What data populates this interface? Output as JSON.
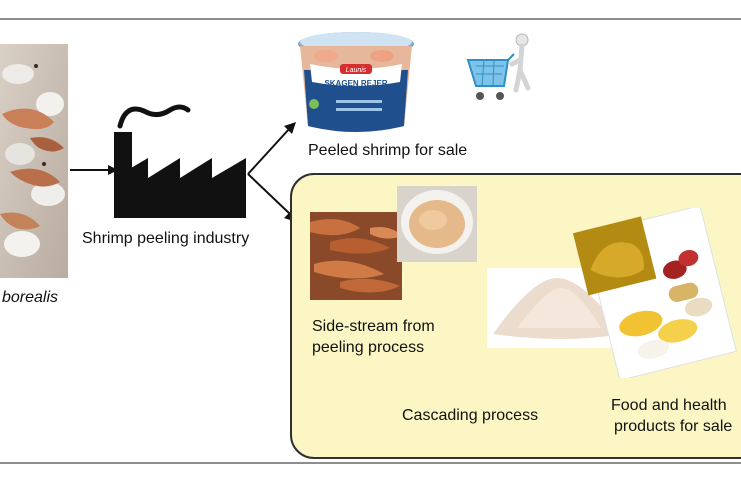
{
  "labels": {
    "species": "borealis",
    "industry": "Shrimp peeling industry",
    "peeled": "Peeled shrimp for sale",
    "sidestream_line1": "Side-stream from",
    "sidestream_line2": "peeling process",
    "cascading": "Cascading process",
    "products_line1": "Food and health",
    "products_line2": "products for sale"
  },
  "tub": {
    "brand": "Launis",
    "product": "SKAGEN REJER"
  },
  "icons": {
    "factory": "factory-icon",
    "cart": "shopping-cart-icon",
    "arrow": "arrow-icon"
  },
  "colors": {
    "box_fill": "#fbf6c4",
    "box_border": "#2f2f2f",
    "line": "#8e8e8e"
  }
}
